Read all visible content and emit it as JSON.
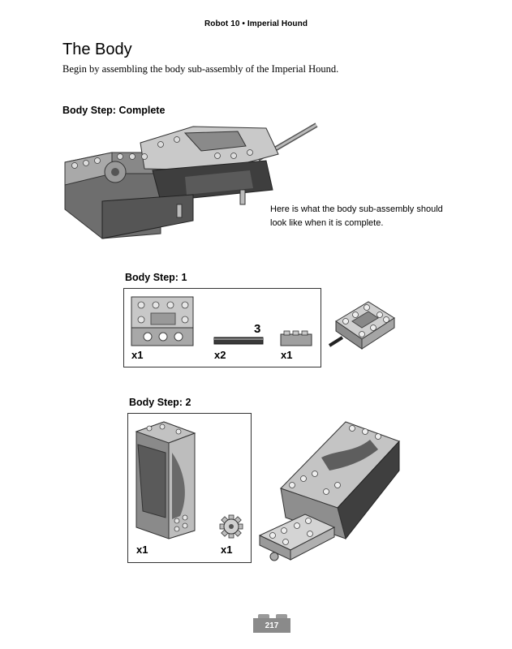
{
  "header": {
    "text": "Robot 10 • Imperial Hound"
  },
  "section": {
    "title": "The Body",
    "intro": "Begin by assembling the body sub-assembly of the Imperial Hound."
  },
  "steps": {
    "complete": {
      "label": "Body Step: Complete",
      "caption": "Here is what the body sub-assembly should look like when it is complete."
    },
    "step1": {
      "label": "Body Step: 1",
      "parts": [
        {
          "qty": "x1"
        },
        {
          "qty": "x2",
          "length_label": "3"
        },
        {
          "qty": "x1"
        }
      ]
    },
    "step2": {
      "label": "Body Step: 2",
      "parts": [
        {
          "qty": "x1"
        },
        {
          "qty": "x1"
        }
      ]
    }
  },
  "footer": {
    "page_number": "217"
  }
}
